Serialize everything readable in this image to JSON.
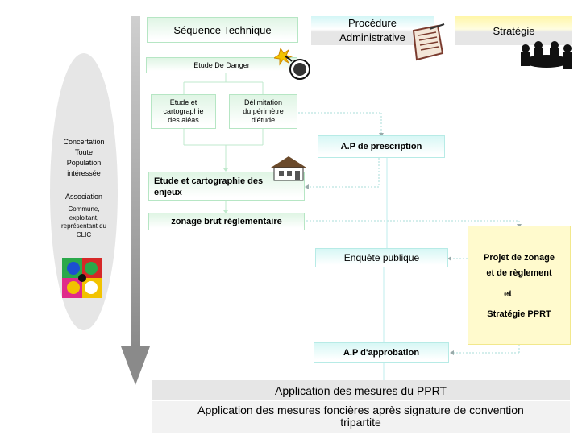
{
  "headers": {
    "sequence": "Séquence Technique",
    "procedure_line1": "Procédure",
    "procedure_line2": "Administrative",
    "strategie": "Stratégie"
  },
  "left_panel": {
    "concertation": "Concertation",
    "toute": "Toute",
    "population": "Population",
    "interessee": "intéressée",
    "association": "Association",
    "assoc_line1": "Commune,",
    "assoc_line2": "exploitant,",
    "assoc_line3": "représentant du",
    "assoc_line4": "CLIC"
  },
  "boxes": {
    "etude_danger": "Etude De Danger",
    "alea_line1": "Etude et",
    "alea_line2": "cartographie",
    "alea_line3": "des aléas",
    "delim_line1": "Délimitation",
    "delim_line2": "du périmètre",
    "delim_line3": "d'étude",
    "ap_prescription": "A.P de prescription",
    "enjeux_line1": "Etude et cartographie des",
    "enjeux_line2": "enjeux",
    "zonage_brut": "zonage brut réglementaire",
    "enquete": "Enquête publique",
    "projet_line1": "Projet de zonage",
    "projet_line2": "et de règlement",
    "projet_line3": "et",
    "projet_line4": "Stratégie PPRT",
    "ap_approbation": "A.P d'approbation"
  },
  "bottom": {
    "application": "Application des mesures du PPRT",
    "fonciere_line1": "Application des mesures foncières après signature de convention",
    "fonciere_line2": "tripartite"
  },
  "colors": {
    "green_box": "#dff5e4",
    "cyan_box": "#d7f7f5",
    "yellow_box": "#fffacd",
    "arrow_gray": "#888888",
    "panel_gray": "#e6e6e6"
  }
}
